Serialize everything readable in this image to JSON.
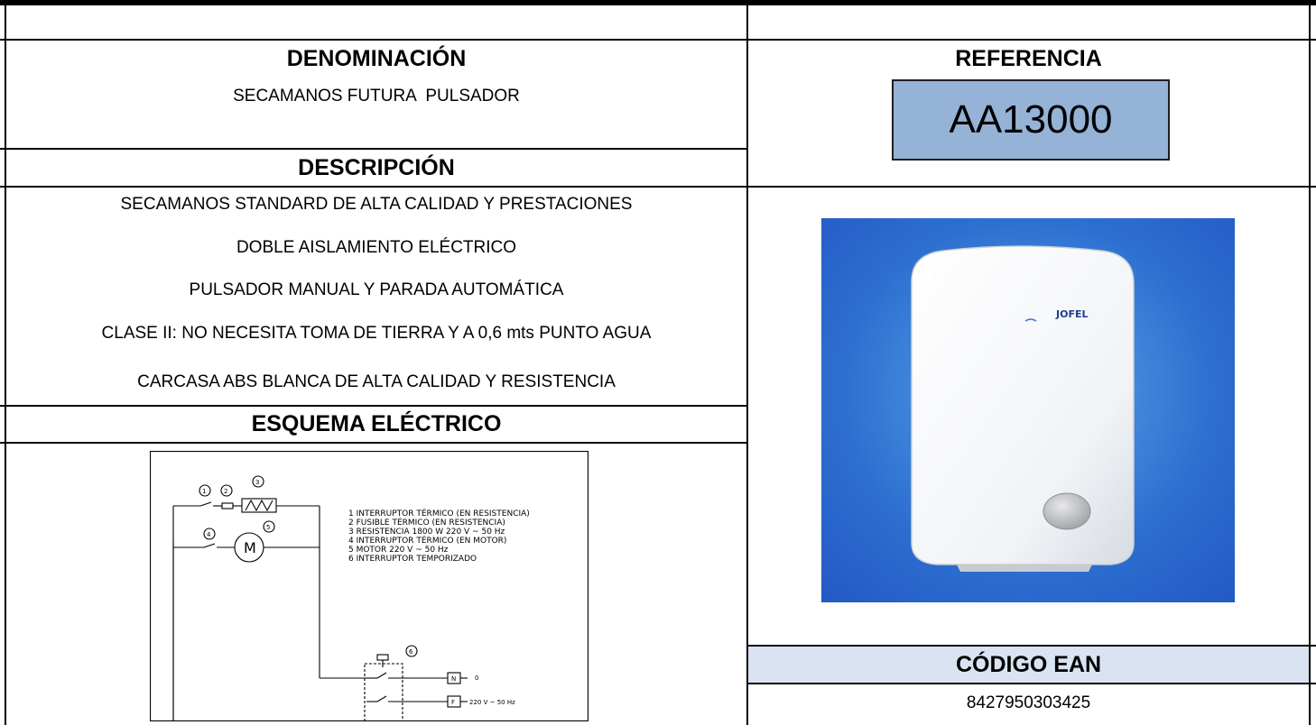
{
  "headers": {
    "denominacion": "DENOMINACIÓN",
    "referencia": "REFERENCIA",
    "descripcion": "DESCRIPCIÓN",
    "esquema": "ESQUEMA ELÉCTRICO",
    "ean": "CÓDIGO EAN"
  },
  "product_name": "SECAMANOS FUTURA  PULSADOR",
  "reference_code": "AA13000",
  "description_lines": [
    "SECAMANOS STANDARD DE ALTA CALIDAD Y PRESTACIONES",
    "DOBLE AISLAMIENTO ELÉCTRICO",
    "PULSADOR MANUAL Y PARADA AUTOMÁTICA",
    "CLASE II: NO NECESITA TOMA DE TIERRA Y A 0,6 mts PUNTO AGUA",
    "CARCASA ABS BLANCA DE ALTA CALIDAD Y RESISTENCIA"
  ],
  "ean_code": "8427950303425",
  "product_image": {
    "brand_text": "JOFEL",
    "background_color": "#2d6fd0"
  },
  "schematic": {
    "legend": [
      "1  INTERRUPTOR TÉRMICO (EN RESISTENCIA)",
      "2  FUSIBLE TÉRMICO (EN RESISTENCIA)",
      "3  RESISTENCIA  1800 W  220 V ~ 50 Hz",
      "4  INTERRUPTOR TÉRMICO (EN MOTOR)",
      "5  MOTOR  220 V ~ 50 Hz",
      "6  INTERRUPTOR TEMPORIZADO"
    ],
    "numbers": [
      "1",
      "2",
      "3",
      "4",
      "5",
      "6"
    ],
    "motor_symbol": "M",
    "terminal_n": "N",
    "terminal_f": "F",
    "terminal_n_value": "0",
    "terminal_f_value": "220 V ~ 50 Hz"
  },
  "colors": {
    "reference_box": "#95b3d7",
    "ean_header": "#d9e3f1"
  }
}
